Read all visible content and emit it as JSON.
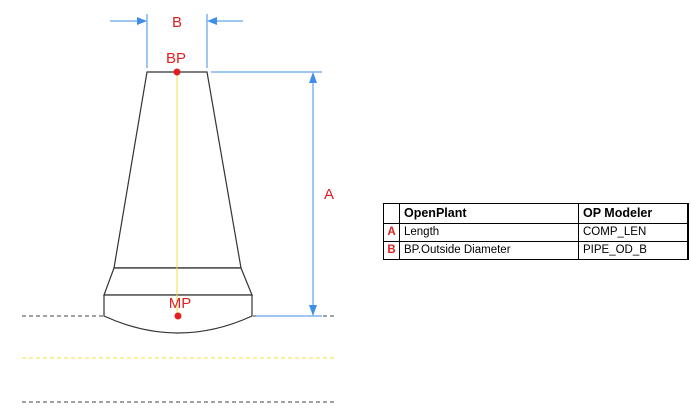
{
  "diagram": {
    "dim_b_label": "B",
    "dim_a_label": "A",
    "point_bp_label": "BP",
    "point_mp_label": "MP",
    "colors": {
      "dimension": "#3f8fe6",
      "marker": "#e02020",
      "centerline": "#f0e040",
      "outline": "#333333"
    }
  },
  "table": {
    "headers": {
      "key": "",
      "openplant": "OpenPlant",
      "opmodeler": "OP Modeler"
    },
    "rows": [
      {
        "key": "A",
        "openplant": "Length",
        "opmodeler": "COMP_LEN"
      },
      {
        "key": "B",
        "openplant": "BP.Outside Diameter",
        "opmodeler": "PIPE_OD_B"
      }
    ]
  }
}
